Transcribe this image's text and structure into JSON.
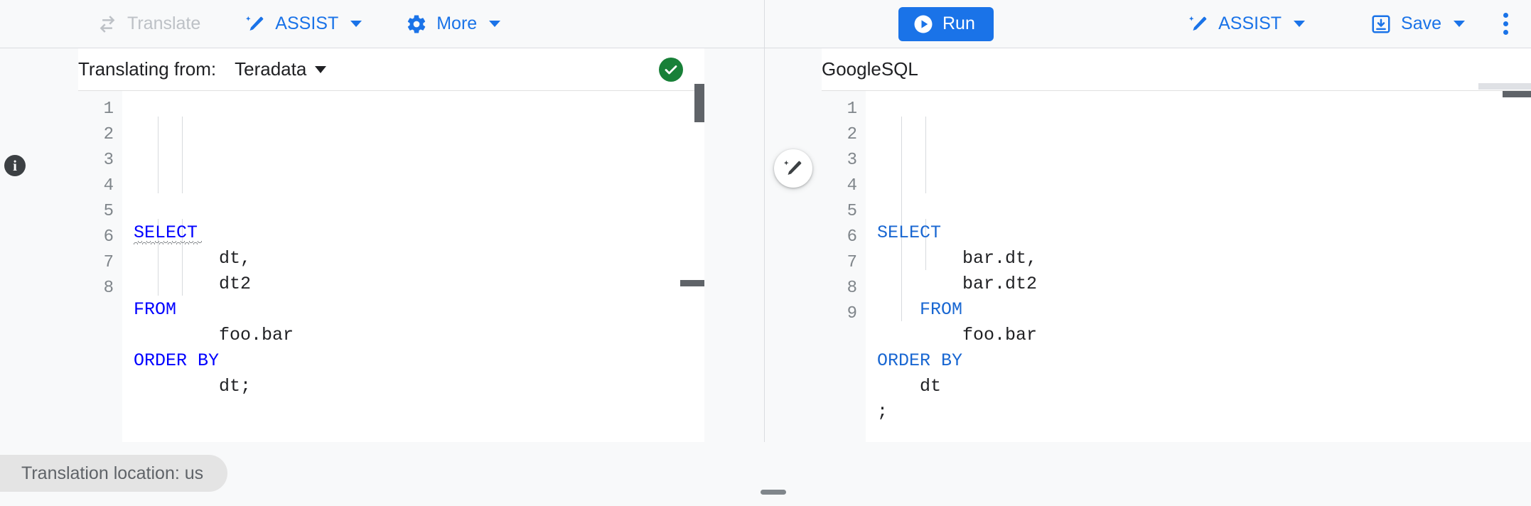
{
  "toolbar": {
    "left_buttons": [
      {
        "label": "Translate",
        "icon": "swap-arrows-icon",
        "disabled": true,
        "caret": false
      },
      {
        "label": "ASSIST",
        "icon": "magic-wand-icon",
        "disabled": false,
        "caret": true
      },
      {
        "label": "More",
        "icon": "gear-icon",
        "disabled": false,
        "caret": true
      }
    ],
    "run_label": "Run",
    "run_icon": "play-icon",
    "right_buttons": [
      {
        "label": "ASSIST",
        "icon": "magic-wand-icon",
        "caret": true
      },
      {
        "label": "Save",
        "icon": "save-icon",
        "caret": true
      }
    ],
    "overflow_icon": "kebab-menu-icon"
  },
  "source_pane": {
    "label": "Translating from:",
    "dialect": "Teradata",
    "dropdown_icon": "chevron-down-icon",
    "status_icon": "check-circle-icon",
    "status_color": "#188038",
    "info_icon": "info-icon",
    "line_numbers": [
      "1",
      "2",
      "3",
      "4",
      "5",
      "6",
      "7",
      "8"
    ],
    "lines": [
      {
        "indent": 0,
        "keyword": "SELECT",
        "rest": "",
        "squiggle": true
      },
      {
        "indent": 2,
        "keyword": "",
        "rest": "dt,",
        "squiggle": false
      },
      {
        "indent": 2,
        "keyword": "",
        "rest": "dt2",
        "squiggle": false
      },
      {
        "indent": 0,
        "keyword": "FROM",
        "rest": "",
        "squiggle": false
      },
      {
        "indent": 2,
        "keyword": "",
        "rest": "foo.bar",
        "squiggle": false
      },
      {
        "indent": 0,
        "keyword": "ORDER BY",
        "rest": "",
        "squiggle": false
      },
      {
        "indent": 2,
        "keyword": "",
        "rest": "dt;",
        "squiggle": false
      },
      {
        "indent": 0,
        "keyword": "",
        "rest": "",
        "squiggle": false
      }
    ]
  },
  "target_pane": {
    "dialect": "GoogleSQL",
    "magic_icon": "magic-wand-icon",
    "line_numbers": [
      "1",
      "2",
      "3",
      "4",
      "5",
      "6",
      "7",
      "8",
      "9"
    ],
    "lines": [
      {
        "indent": 0,
        "keyword": "SELECT",
        "rest": ""
      },
      {
        "indent": 2,
        "keyword": "",
        "rest": "bar.dt,"
      },
      {
        "indent": 2,
        "keyword": "",
        "rest": "bar.dt2"
      },
      {
        "indent": 1,
        "keyword": "FROM",
        "rest": ""
      },
      {
        "indent": 2,
        "keyword": "",
        "rest": "foo.bar"
      },
      {
        "indent": 0,
        "keyword": "ORDER BY",
        "rest": ""
      },
      {
        "indent": 1,
        "keyword": "",
        "rest": "dt"
      },
      {
        "indent": 0,
        "keyword": "",
        "rest": ";"
      },
      {
        "indent": 0,
        "keyword": "",
        "rest": ""
      }
    ]
  },
  "status": {
    "location_chip": "Translation location: us"
  },
  "colors": {
    "accent": "#1a73e8",
    "keyword_source": "#0000ff",
    "keyword_target": "#1967d2",
    "success": "#188038",
    "disabled": "#bdc1c6"
  }
}
